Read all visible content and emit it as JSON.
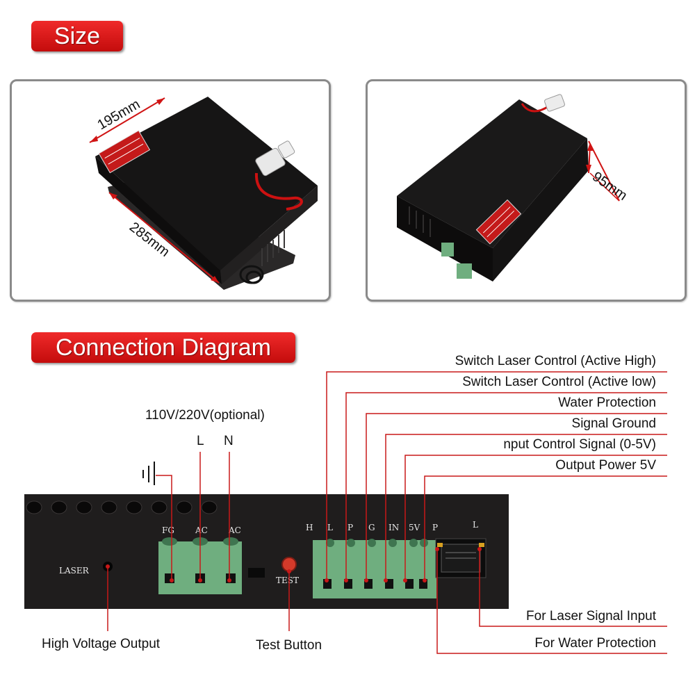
{
  "sections": {
    "size_title": "Size",
    "connection_title": "Connection Diagram"
  },
  "dimensions": {
    "width": "195mm",
    "length": "285mm",
    "height": "95mm"
  },
  "power": {
    "voltage": "110V/220V(optional)",
    "live": "L",
    "neutral": "N"
  },
  "panel_labels": {
    "laser": "LASER",
    "test": "TEST",
    "fg": "FG",
    "ac1": "AC",
    "ac2": "AC",
    "h": "H",
    "l": "L",
    "p": "P",
    "g": "G",
    "in": "IN",
    "v5": "5V",
    "p2": "P",
    "l2": "L"
  },
  "callouts": [
    "Switch Laser Control (Active High)",
    "Switch Laser Control (Active low)",
    "Water Protection",
    "Signal Ground",
    "nput Control Signal (0-5V)",
    "Output Power 5V"
  ],
  "bottom_callouts": {
    "laser_input": "For Laser Signal Input",
    "water_protection": "For Water Protection",
    "hv_output": "High Voltage Output",
    "test_button": "Test Button"
  },
  "colors": {
    "accent": "#d01414",
    "line": "#c81818",
    "device": "#1e1c1c",
    "terminal": "#6fae7f"
  }
}
